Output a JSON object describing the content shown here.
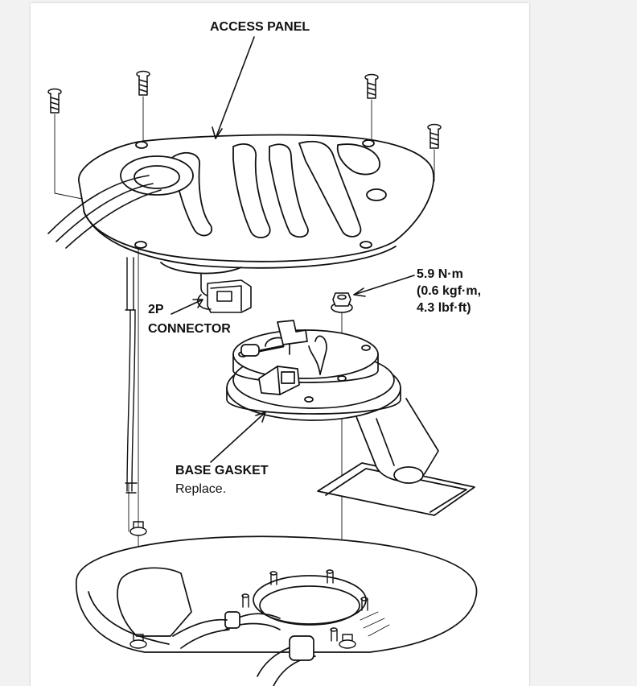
{
  "diagram": {
    "labels": {
      "access_panel": "ACCESS PANEL",
      "torque_value": "5.9 N·m",
      "torque_kgf": "(0.6 kgf·m,",
      "torque_lbf": "4.3 lbf·ft)",
      "connector_line1": "2P",
      "connector_line2": "CONNECTOR",
      "base_gasket": "BASE GASKET",
      "base_gasket_note": "Replace."
    },
    "colors": {
      "ink": "#111111",
      "paper": "#ffffff",
      "viewer_bg": "#f2f2f2"
    }
  }
}
